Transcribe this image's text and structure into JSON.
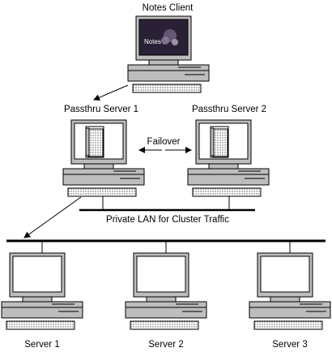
{
  "labels": {
    "notes_client": "Notes Client",
    "notes_screen": "Notes",
    "passthru_1": "Passthru Server 1",
    "passthru_2": "Passthru Server 2",
    "failover": "Failover",
    "private_lan": "Private LAN for Cluster Traffic",
    "server_1": "Server 1",
    "server_2": "Server 2",
    "server_3": "Server 3"
  },
  "colors": {
    "monitor_gray": "#bdbdbd",
    "screen_dark": "#2a2036",
    "line": "#000000"
  },
  "icons": {
    "computer": "desktop-computer-icon",
    "door": "door-icon",
    "network": "network-bus"
  }
}
